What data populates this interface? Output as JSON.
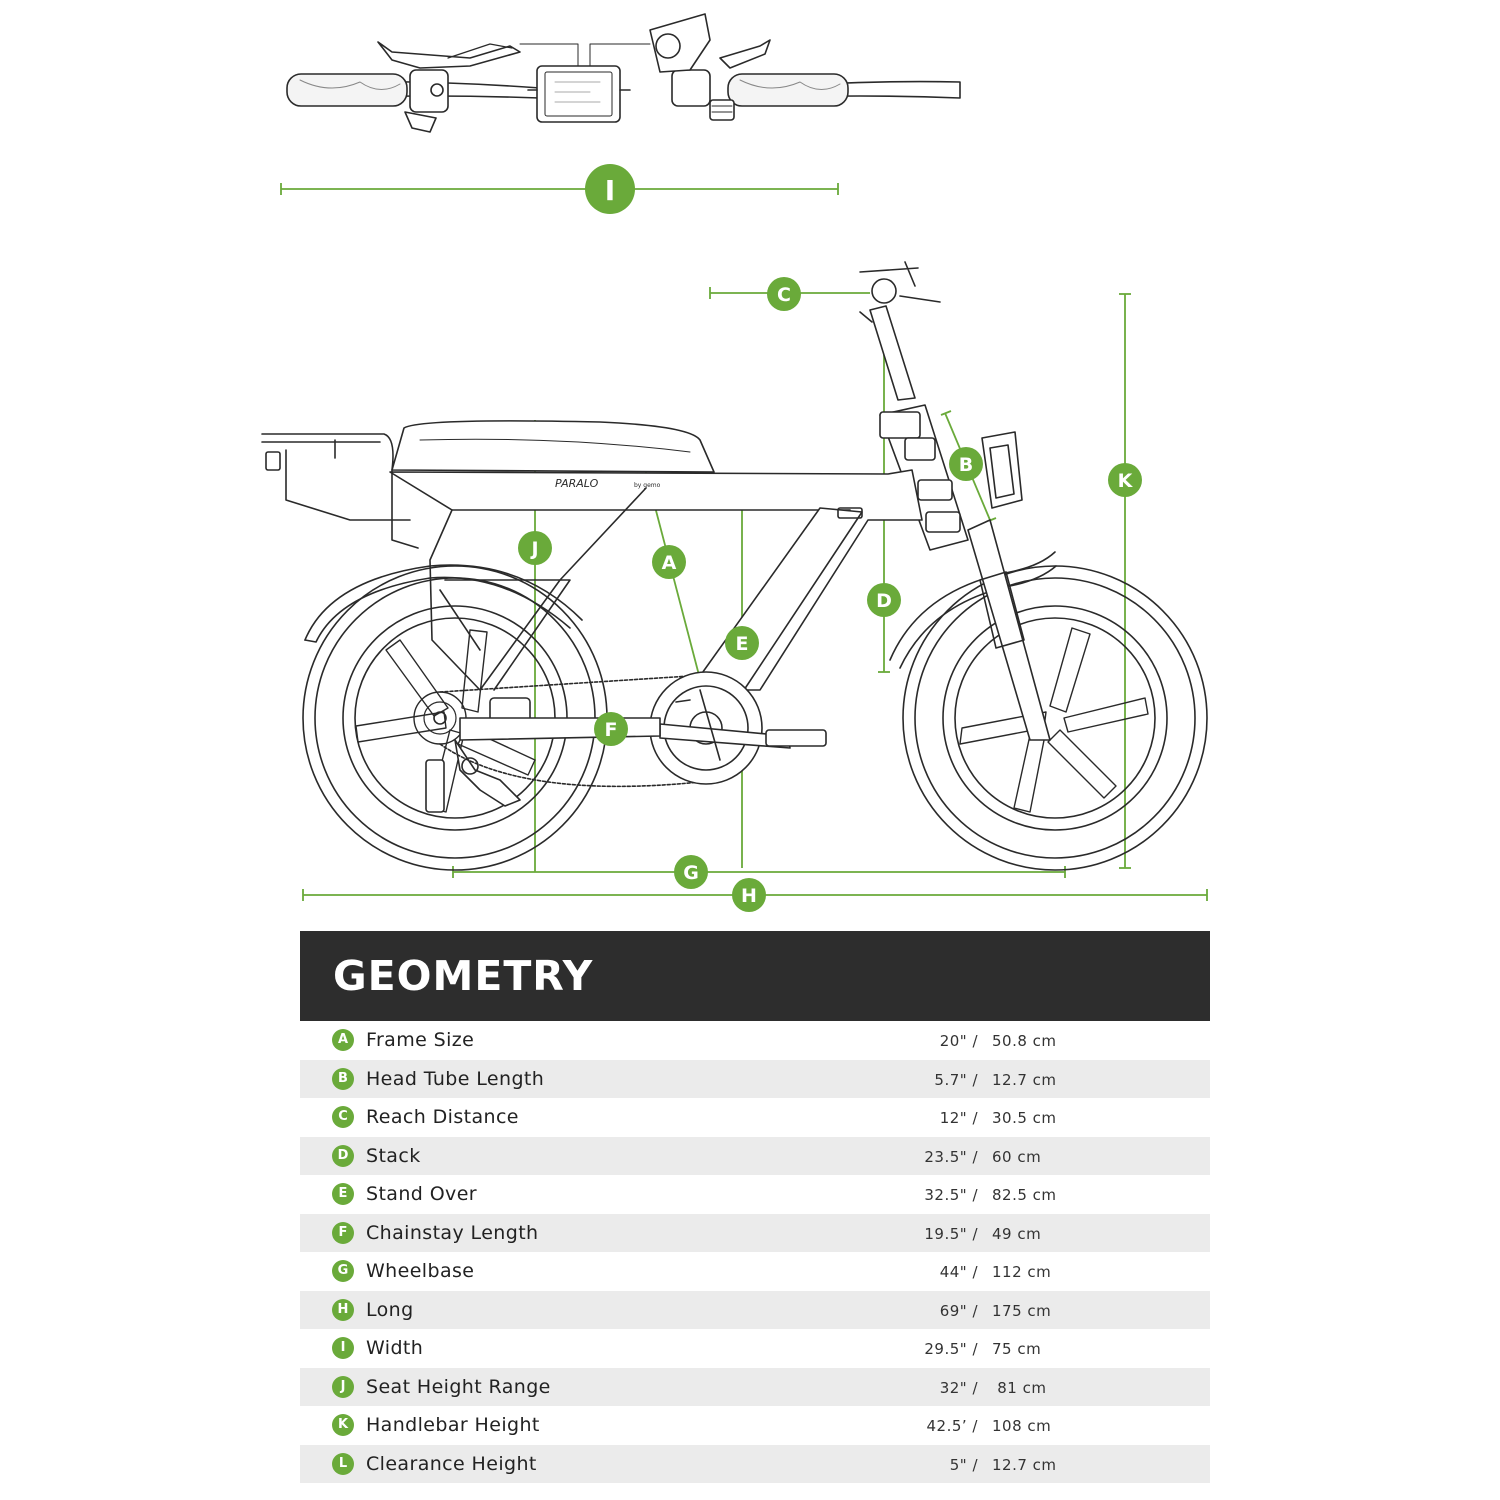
{
  "diagram": {
    "markers": [
      "A",
      "B",
      "C",
      "D",
      "E",
      "F",
      "G",
      "H",
      "I",
      "J",
      "K"
    ],
    "accent_color": "#6aaa3a",
    "line_color": "#2a2a2a",
    "frame_text": "PARALO",
    "frame_subtext": "by gemo"
  },
  "geometry": {
    "title": "GEOMETRY",
    "rows": [
      {
        "letter": "A",
        "label": "Frame Size",
        "imperial": "20\" /",
        "metric": "50.8 cm"
      },
      {
        "letter": "B",
        "label": "Head Tube Length",
        "imperial": "5.7\" /",
        "metric": "12.7 cm"
      },
      {
        "letter": "C",
        "label": "Reach Distance",
        "imperial": "12\" /",
        "metric": "30.5 cm"
      },
      {
        "letter": "D",
        "label": "Stack",
        "imperial": "23.5\" /",
        "metric": "60 cm"
      },
      {
        "letter": "E",
        "label": "Stand Over",
        "imperial": "32.5\" /",
        "metric": "82.5 cm"
      },
      {
        "letter": "F",
        "label": "Chainstay Length",
        "imperial": "19.5\" /",
        "metric": "49 cm"
      },
      {
        "letter": "G",
        "label": "Wheelbase",
        "imperial": "44\" /",
        "metric": "112 cm"
      },
      {
        "letter": "H",
        "label": "Long",
        "imperial": "69\" /",
        "metric": "175 cm"
      },
      {
        "letter": "I",
        "label": "Width",
        "imperial": "29.5\" /",
        "metric": "75 cm"
      },
      {
        "letter": "J",
        "label": "Seat Height Range",
        "imperial": "32\" /",
        "metric": " 81 cm"
      },
      {
        "letter": "K",
        "label": "Handlebar Height",
        "imperial": "42.5’ /",
        "metric": "108 cm"
      },
      {
        "letter": "L",
        "label": "Clearance Height",
        "imperial": "5\" /",
        "metric": "12.7 cm"
      }
    ]
  }
}
